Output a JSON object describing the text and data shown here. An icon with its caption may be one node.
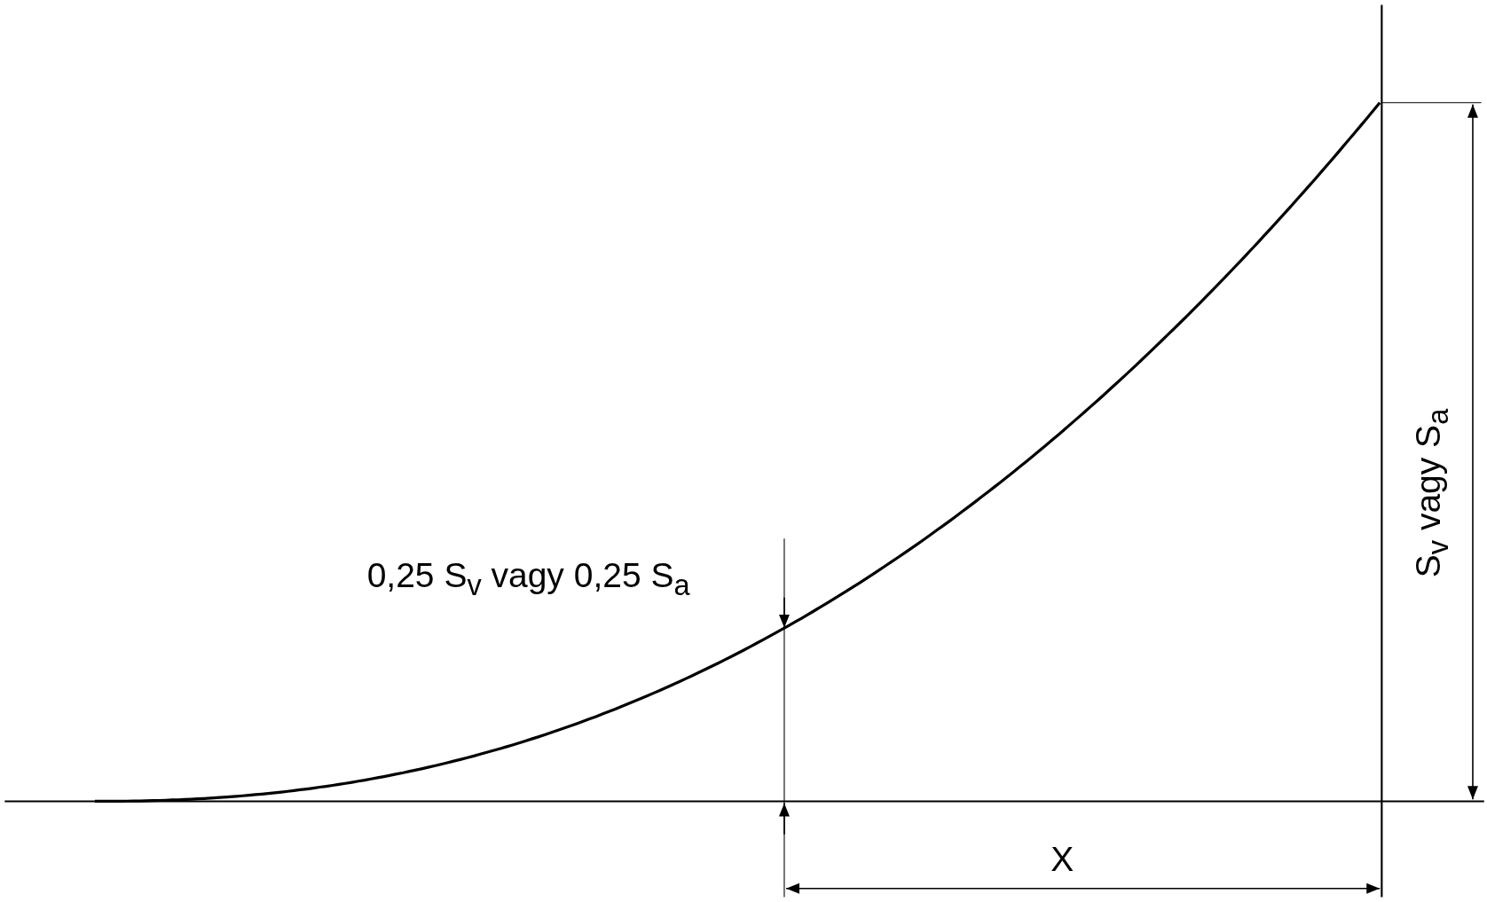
{
  "diagram": {
    "labels": [
      "0,25 S$_{v}$ vagy 0,25 S$_{a}$",
      "S$_{v}$ vagy S$_{a}$",
      "X"
    ]
  }
}
